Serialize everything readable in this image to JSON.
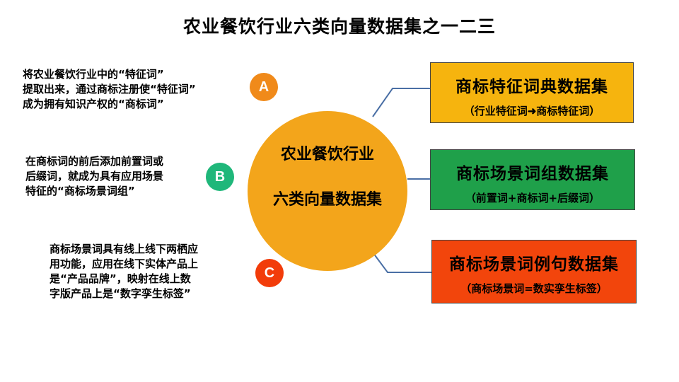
{
  "title": "农业餐饮行业六类向量数据集之一二三",
  "center": {
    "line1": "农业餐饮行业",
    "line2": "六类向量数据集"
  },
  "items": [
    {
      "letter": "A",
      "color": "#f08a1a",
      "desc": [
        "将农业餐饮行业中的“特征词”",
        "提取出来，通过商标注册使“特征词”",
        "成为拥有知识产权的“商标词”"
      ],
      "box_title": "商标特征词典数据集",
      "box_sub": "（行业特征词➜商标特征词）",
      "box_color": "#f6b40e"
    },
    {
      "letter": "B",
      "color": "#1fb77a",
      "desc": [
        "在商标词的前后添加前置词或",
        "后缀词，就成为具有应用场景",
        "特征的“商标场景词组”"
      ],
      "box_title": "商标场景词组数据集",
      "box_sub": "（前置词+商标词+后缀词）",
      "box_color": "#1fa04a"
    },
    {
      "letter": "C",
      "color": "#f23c0a",
      "desc": [
        "商标场景词具有线上线下两栖应",
        "用功能，应用在线下实体产品上",
        "是“产品品牌”，映射在线上数",
        "字版产品上是“数字孪生标签”"
      ],
      "box_title": "商标场景词例句数据集",
      "box_sub": "（商标场景词=数实孪生标签）",
      "box_color": "#f2450c"
    }
  ]
}
